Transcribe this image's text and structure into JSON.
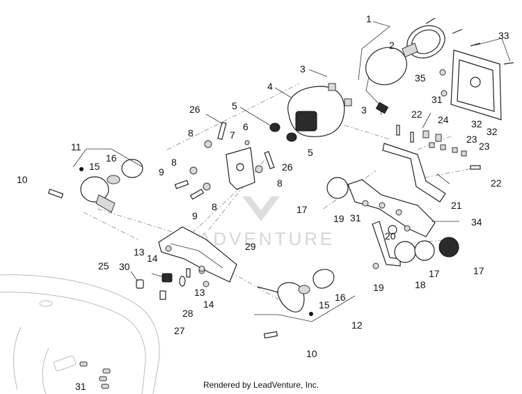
{
  "callouts": [
    {
      "id": "c1",
      "text": "1"
    },
    {
      "id": "c2",
      "text": "2"
    },
    {
      "id": "c3a",
      "text": "3"
    },
    {
      "id": "c3b",
      "text": "3"
    },
    {
      "id": "c4",
      "text": "4"
    },
    {
      "id": "c5a",
      "text": "5"
    },
    {
      "id": "c5b",
      "text": "5"
    },
    {
      "id": "c6",
      "text": "6"
    },
    {
      "id": "c7",
      "text": "7"
    },
    {
      "id": "c8a",
      "text": "8"
    },
    {
      "id": "c8b",
      "text": "8"
    },
    {
      "id": "c8c",
      "text": "8"
    },
    {
      "id": "c8d",
      "text": "8"
    },
    {
      "id": "c9a",
      "text": "9"
    },
    {
      "id": "c9b",
      "text": "9"
    },
    {
      "id": "c10a",
      "text": "10"
    },
    {
      "id": "c10b",
      "text": "10"
    },
    {
      "id": "c11",
      "text": "11"
    },
    {
      "id": "c12",
      "text": "12"
    },
    {
      "id": "c13a",
      "text": "13"
    },
    {
      "id": "c13b",
      "text": "13"
    },
    {
      "id": "c14a",
      "text": "14"
    },
    {
      "id": "c14b",
      "text": "14"
    },
    {
      "id": "c15a",
      "text": "15"
    },
    {
      "id": "c15b",
      "text": "15"
    },
    {
      "id": "c16a",
      "text": "16"
    },
    {
      "id": "c16b",
      "text": "16"
    },
    {
      "id": "c17a",
      "text": "17"
    },
    {
      "id": "c17b",
      "text": "17"
    },
    {
      "id": "c17c",
      "text": "17"
    },
    {
      "id": "c18",
      "text": "18"
    },
    {
      "id": "c19a",
      "text": "19"
    },
    {
      "id": "c19b",
      "text": "19"
    },
    {
      "id": "c20",
      "text": "20"
    },
    {
      "id": "c21",
      "text": "21"
    },
    {
      "id": "c22a",
      "text": "22"
    },
    {
      "id": "c22b",
      "text": "22"
    },
    {
      "id": "c23a",
      "text": "23"
    },
    {
      "id": "c23b",
      "text": "23"
    },
    {
      "id": "c24",
      "text": "24"
    },
    {
      "id": "c25",
      "text": "25"
    },
    {
      "id": "c26a",
      "text": "26"
    },
    {
      "id": "c26b",
      "text": "26"
    },
    {
      "id": "c27",
      "text": "27"
    },
    {
      "id": "c28",
      "text": "28"
    },
    {
      "id": "c29",
      "text": "29"
    },
    {
      "id": "c30",
      "text": "30"
    },
    {
      "id": "c31a",
      "text": "31"
    },
    {
      "id": "c31b",
      "text": "31"
    },
    {
      "id": "c31c",
      "text": "31"
    },
    {
      "id": "c32a",
      "text": "32"
    },
    {
      "id": "c32b",
      "text": "32"
    },
    {
      "id": "c33",
      "text": "33"
    },
    {
      "id": "c34",
      "text": "34"
    },
    {
      "id": "c35",
      "text": "35"
    }
  ],
  "watermark": {
    "text": "ADVENTURE"
  },
  "footer": {
    "credit": "Rendered by LeadVenture, Inc."
  }
}
